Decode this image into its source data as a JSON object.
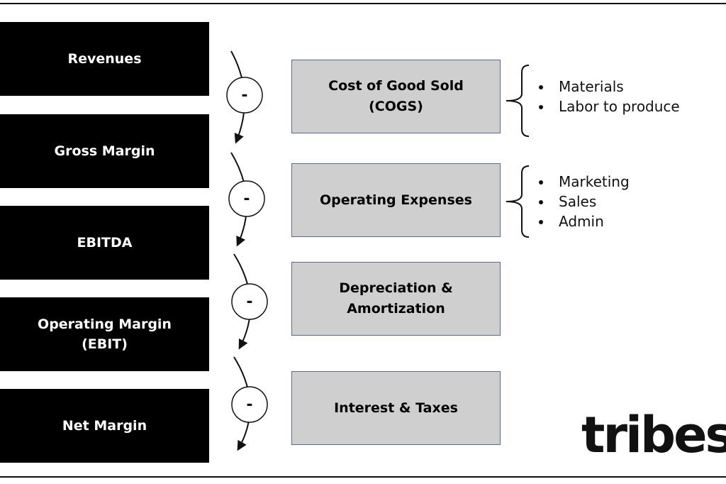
{
  "levels": [
    {
      "label": "Revenues"
    },
    {
      "label": "Gross Margin"
    },
    {
      "label": "EBITDA"
    },
    {
      "label": "Operating Margin\n(EBIT)"
    },
    {
      "label": "Net Margin"
    }
  ],
  "minus_symbol": "-",
  "deductions": [
    {
      "label": "Cost of Good Sold\n(COGS)",
      "items": [
        "Materials",
        "Labor to produce"
      ]
    },
    {
      "label": "Operating Expenses",
      "items": [
        "Marketing",
        "Sales",
        "Admin"
      ]
    },
    {
      "label": "Depreciation &\nAmortization",
      "items": []
    },
    {
      "label": "Interest & Taxes",
      "items": []
    }
  ],
  "logo": {
    "text": "tribes"
  },
  "colors": {
    "level_fill": "#000000",
    "level_text": "#ffffff",
    "deduction_fill": "#d0cfcf",
    "deduction_border": "#5a6a8a",
    "ink": "#111111"
  }
}
